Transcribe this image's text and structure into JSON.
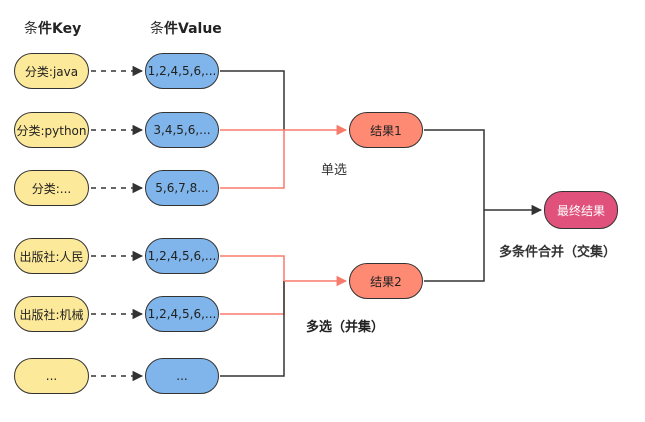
{
  "headers": {
    "key_part1": "条",
    "key_part2": "件Key",
    "value_part1": "条",
    "value_part2": "件Value"
  },
  "keys": [
    "分类:java",
    "分类:python",
    "分类:...",
    "出版社:人民",
    "出版社:机械",
    "..."
  ],
  "values": [
    "1,2,4,5,6,...",
    "3,4,5,6,...",
    "5,6,7,8...",
    "1,2,4,5,6,...",
    "1,2,4,5,6,...",
    "..."
  ],
  "results": [
    "结果1",
    "结果2"
  ],
  "final_result": "最终结果",
  "labels": {
    "single_select": "单选",
    "multi_select": "多选（并集）",
    "multi_condition_part1": "多",
    "multi_condition_part2": "条件合并（交集）"
  },
  "colors": {
    "key_fill": "#fde99a",
    "value_fill": "#7fb5ea",
    "result_fill": "#fe8a74",
    "final_fill": "#e0527c",
    "line_dark": "#333333",
    "line_highlight": "#f87a6b"
  }
}
